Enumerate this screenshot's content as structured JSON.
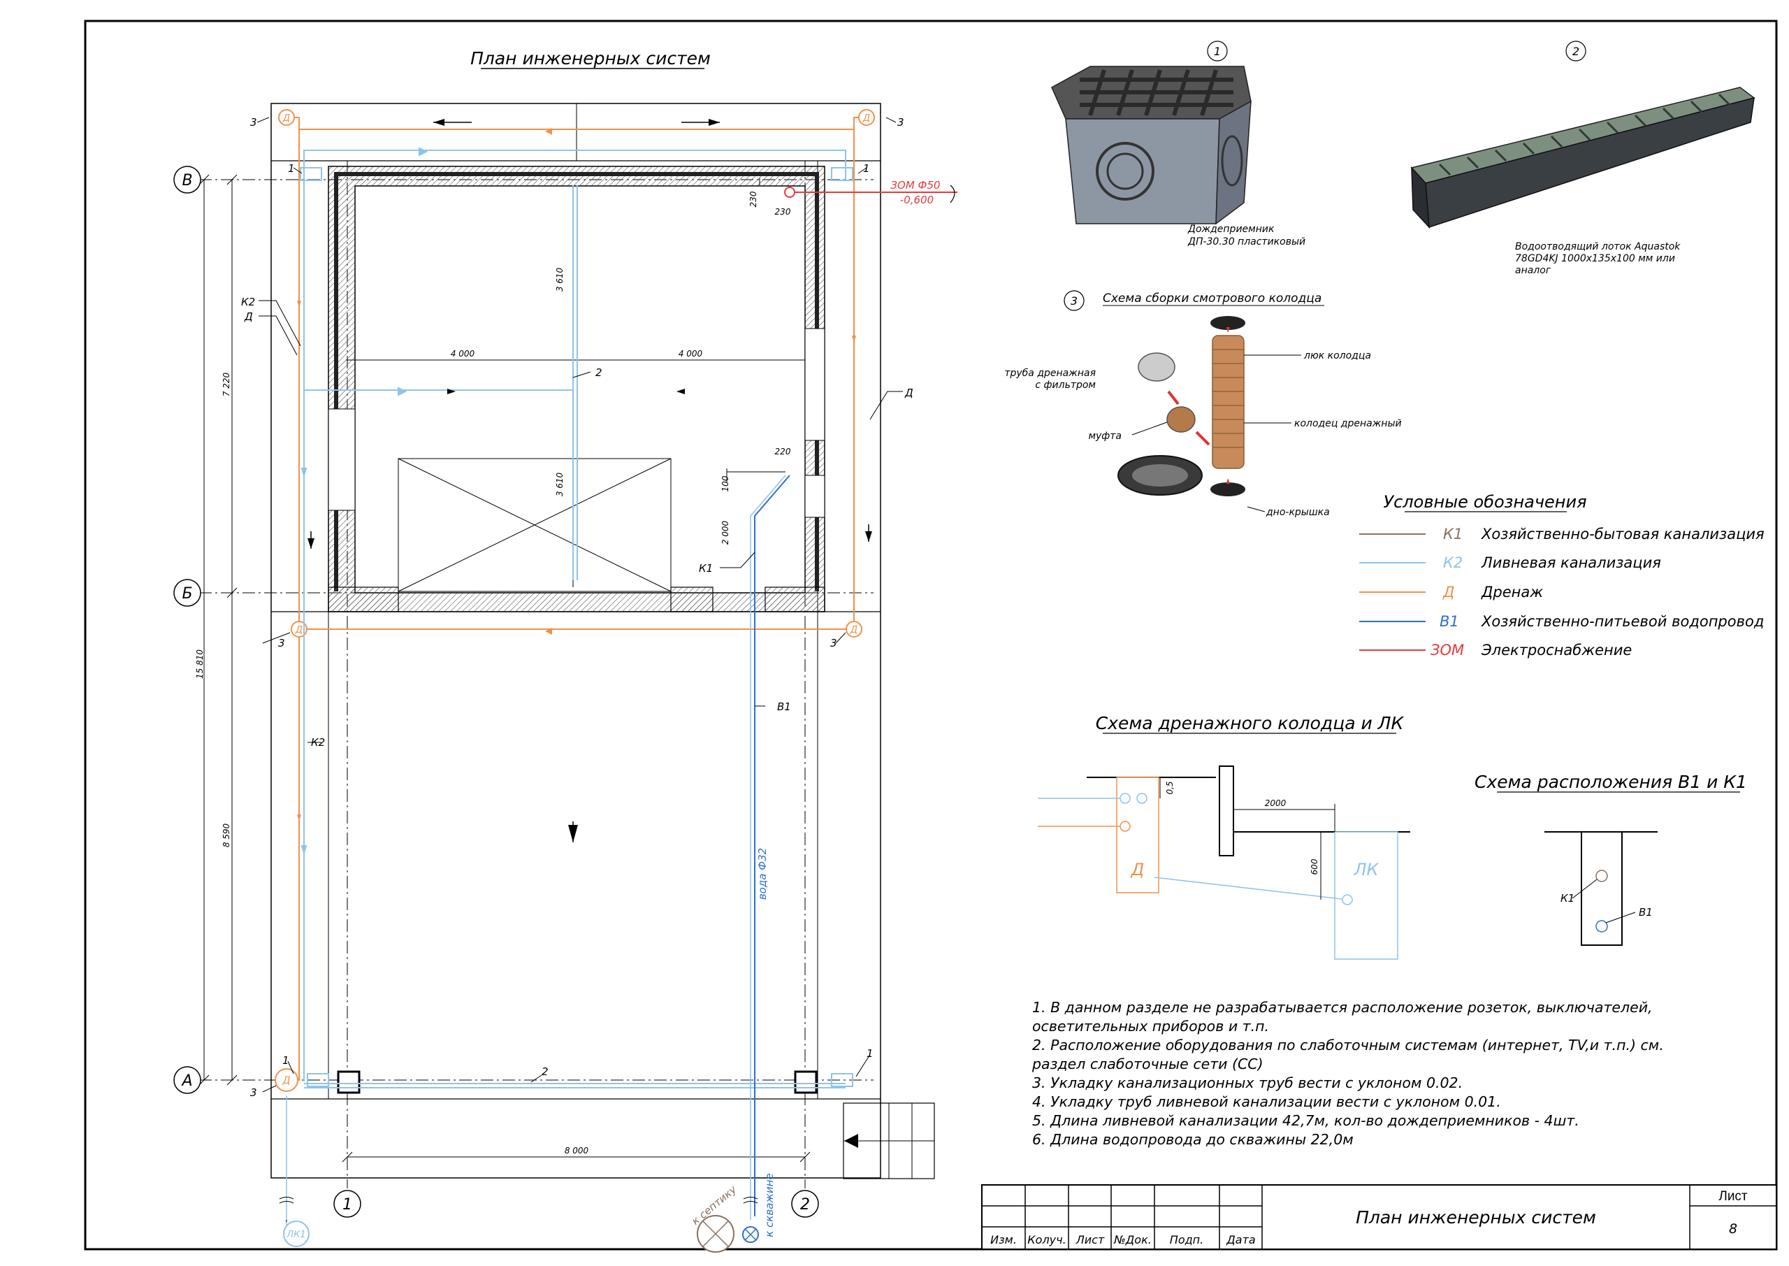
{
  "plan": {
    "title": "План инженерных систем",
    "axes": {
      "v": "В",
      "b": "Б",
      "a": "А",
      "n1": "1",
      "n2": "2"
    },
    "dims": {
      "d7220": "7 220",
      "d15810": "15 810",
      "d8590": "8 590",
      "d8000": "8 000",
      "d4000a": "4 000",
      "d4000b": "4 000",
      "d3610a": "3 610",
      "d3610b": "3 610",
      "d2000": "2 000",
      "d100": "100",
      "d230a": "230",
      "d230b": "230",
      "d220": "220"
    },
    "labels": {
      "k2a": "К2",
      "da": "Д",
      "db": "Д",
      "k2b": "К2",
      "k1": "К1",
      "v1": "В1",
      "n3a": "3",
      "n3b": "3",
      "n3c": "3",
      "n3d": "3",
      "n3e": "3",
      "n1a": "1",
      "n1b": "1",
      "n1c": "1",
      "n1d": "1",
      "n2a": "2",
      "n2b": "2",
      "dTL": "Д",
      "dTR": "Д",
      "dML": "Д",
      "dMR": "Д",
      "dBL": "Д",
      "zom": "ЗОМ Ф50",
      "zomLevel": "-0,600",
      "water": "вода Ф32",
      "toSeptic": "к септику",
      "toWell": "к скважине",
      "lk1": "ЛК1"
    }
  },
  "products": {
    "p1": {
      "num": "1",
      "caption1": "Дождеприемник",
      "caption2": "ДП-30.30 пластиковый"
    },
    "p2": {
      "num": "2",
      "caption1": "Водоотводящий лоток Aquastok",
      "caption2": "78GD4KJ 1000х135х100 мм или",
      "caption3": "аналог"
    },
    "p3": {
      "num": "3",
      "title": "Схема сборки смотрового колодца",
      "tube1": "труба дренажная",
      "tube2": "с фильтром",
      "coupling": "муфта",
      "hatch": "люк колодца",
      "well": "колодец дренажный",
      "bottom": "дно-крышка"
    }
  },
  "legend": {
    "title": "Условные обозначения",
    "items": [
      {
        "code": "К1",
        "text": "Хозяйственно-бытовая канализация",
        "color": "#8a7060"
      },
      {
        "code": "К2",
        "text": "Ливневая канализация",
        "color": "#8ec3ee"
      },
      {
        "code": "Д",
        "text": "Дренаж",
        "color": "#f0924a"
      },
      {
        "code": "В1",
        "text": "Хозяйственно-питьевой водопровод",
        "color": "#2e6fce"
      },
      {
        "code": "ЗОМ",
        "text": "Электроснабжение",
        "color": "#e33b3b"
      }
    ]
  },
  "drainScheme": {
    "title": "Схема дренажного колодца и ЛК",
    "d": "Д",
    "lk": "ЛК",
    "dim2000": "2000",
    "dim600": "600",
    "dim05": "0,5"
  },
  "b1k1Scheme": {
    "title": "Схема расположения В1 и К1",
    "k1": "К1",
    "b1": "В1"
  },
  "notes": [
    "1. В данном разделе не разрабатывается расположение розеток, выключателей,",
    "осветительных приборов и т.п.",
    "2. Расположение оборудования по слаботочным системам (интернет, TV,и т.п.) см.",
    "раздел слаботочные сети (СС)",
    "3. Укладку канализационных труб вести с уклоном 0.02.",
    "4. Укладку труб ливневой канализации вести с уклоном 0.01.",
    "5. Длина ливневой канализации 42,7м, кол-во дождеприемников - 4шт.",
    "6. Длина водопровода до скважины 22,0м"
  ],
  "titleBlock": {
    "cols": [
      "Изм.",
      "Колуч.",
      "Лист",
      "№Док.",
      "Подп.",
      "Дата"
    ],
    "title": "План инженерных систем",
    "sheetLabel": "Лист",
    "sheetNum": "8"
  },
  "colors": {
    "drain": "#f0924a",
    "storm": "#8ec3ee",
    "water": "#2e6fce",
    "power": "#e33b3b",
    "sewer": "#8a7060"
  }
}
